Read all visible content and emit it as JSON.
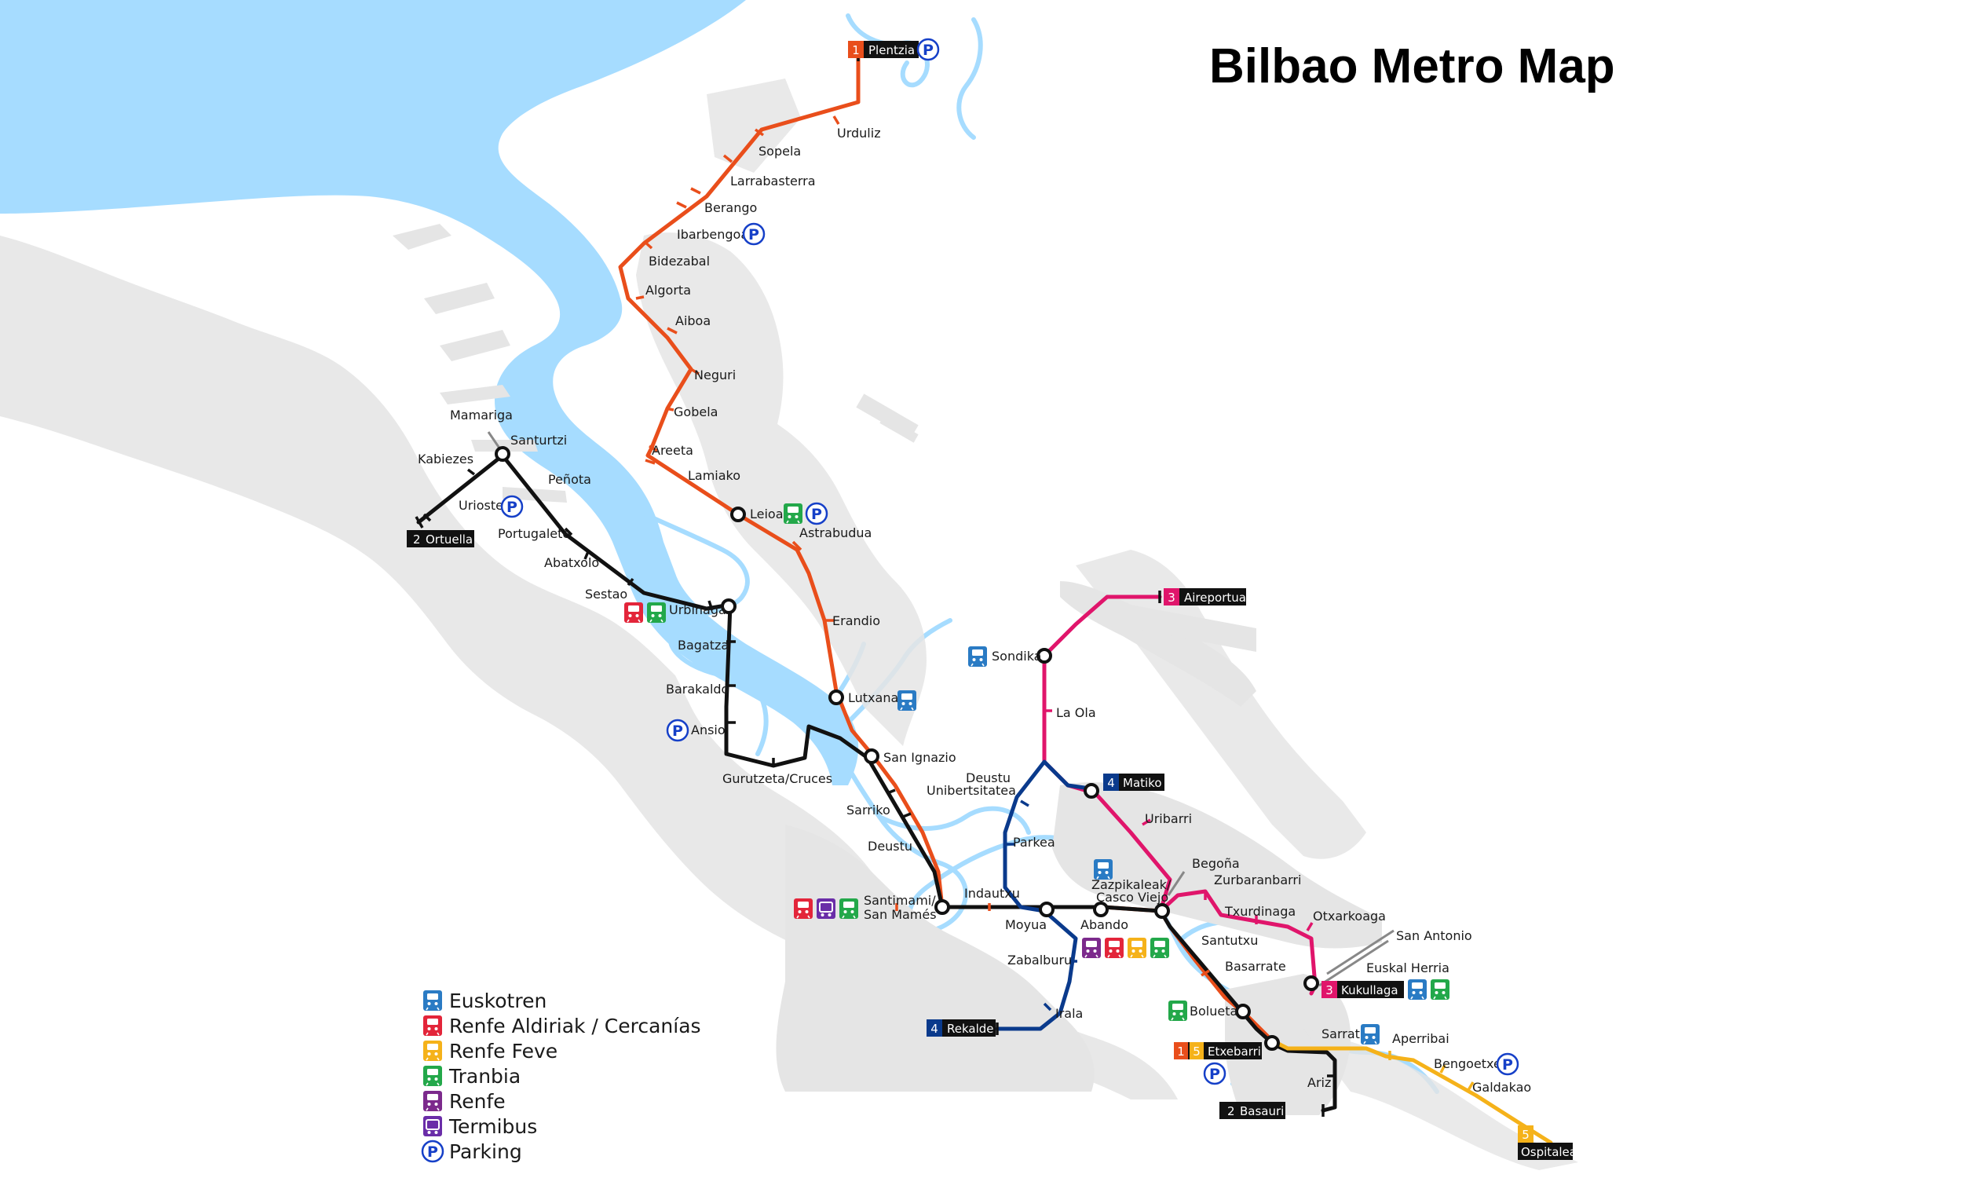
{
  "title": "Bilbao Metro Map",
  "colors": {
    "water": "#a6dcff",
    "land": "#e5e5e5",
    "line1": "#e94e1b",
    "line2": "#111111",
    "line3": "#e0156b",
    "line4": "#0a3a8c",
    "line5": "#f5b21a",
    "euskotren": "#2a7bc4",
    "renfe_cercanias": "#e3253a",
    "renfe_feve": "#f5b21a",
    "tranbia": "#23a84a",
    "renfe": "#7c2a8c",
    "termibus": "#6a2da8",
    "parking": "#1640c8"
  },
  "terminals": {
    "plentzia": {
      "num": "1",
      "name": "Plentzia"
    },
    "ortuella": {
      "num": "2",
      "name": "Ortuella"
    },
    "aireportua": {
      "num": "3",
      "name": "Aireportua"
    },
    "matiko": {
      "num": "4",
      "name": "Matiko"
    },
    "rekalde": {
      "num": "4",
      "name": "Rekalde"
    },
    "kukullaga": {
      "num": "3",
      "name": "Kukullaga"
    },
    "etxebarri": {
      "num1": "1",
      "num2": "5",
      "name": "Etxebarri"
    },
    "basauri": {
      "num": "2",
      "name": "Basauri"
    },
    "ospitalea": {
      "num": "5",
      "name": "Ospitalea"
    }
  },
  "stations": {
    "urduliz": "Urduliz",
    "sopela": "Sopela",
    "larrabasterra": "Larrabasterra",
    "berango": "Berango",
    "ibarbengoa": "Ibarbengoa",
    "bidezabal": "Bidezabal",
    "algorta": "Algorta",
    "aiboa": "Aiboa",
    "neguri": "Neguri",
    "gobela": "Gobela",
    "areeta": "Areeta",
    "lamiako": "Lamiako",
    "leioa": "Leioa",
    "astrabudua": "Astrabudua",
    "erandio": "Erandio",
    "lutxana": "Lutxana",
    "san_ignazio": "San Ignazio",
    "sarriko": "Sarriko",
    "deustu": "Deustu",
    "santimami_1": "Santimami/",
    "santimami_2": "San Mamés",
    "indautxu": "Indautxu",
    "moyua": "Moyua",
    "abando": "Abando",
    "casco_1": "Zazpikaleak/",
    "casco_2": "Casco Viejo",
    "santutxu": "Santutxu",
    "basarrate": "Basarrate",
    "bolueta": "Bolueta",
    "mamariga": "Mamariga",
    "santurtzi": "Santurtzi",
    "kabiezes": "Kabiezes",
    "penota": "Peñota",
    "urioste": "Urioste",
    "portugalete": "Portugalete",
    "abatxolo": "Abatxolo",
    "sestao": "Sestao",
    "urbinaga": "Urbinaga",
    "bagatza": "Bagatza",
    "barakaldo": "Barakaldo",
    "ansio": "Ansio",
    "gurutzeta": "Gurutzeta/Cruces",
    "ariz": "Ariz",
    "sondika": "Sondika",
    "la_ola": "La Ola",
    "uribarri": "Uribarri",
    "begona": "Begoña",
    "zurbaranbarri": "Zurbaranbarri",
    "txurdinaga": "Txurdinaga",
    "otxarkoaga": "Otxarkoaga",
    "san_antonio": "San Antonio",
    "euskal_herria": "Euskal Herria",
    "deustu_uni_1": "Deustu",
    "deustu_uni_2": "Unibertsitatea",
    "parkea": "Parkea",
    "zabalburu": "Zabalburu",
    "irala": "Irala",
    "sarratu": "Sarratu",
    "aperribai": "Aperribai",
    "bengoetxe": "Bengoetxe",
    "galdakao": "Galdakao"
  },
  "icons": {
    "parking": "P",
    "euskotren": "euskotren-icon",
    "renfe_cercanias": "renfe-cercanias-icon",
    "renfe_feve": "renfe-feve-icon",
    "tranbia": "tranbia-icon",
    "renfe": "renfe-icon",
    "termibus": "termibus-icon"
  },
  "legend": [
    {
      "label": "Euskotren",
      "icon": "euskotren-icon",
      "color": "#2a7bc4"
    },
    {
      "label": "Renfe Aldiriak / Cercanías",
      "icon": "renfe-cercanias-icon",
      "color": "#e3253a"
    },
    {
      "label": "Renfe Feve",
      "icon": "renfe-feve-icon",
      "color": "#f5b21a"
    },
    {
      "label": "Tranbia",
      "icon": "tranbia-icon",
      "color": "#23a84a"
    },
    {
      "label": "Renfe",
      "icon": "renfe-icon",
      "color": "#7c2a8c"
    },
    {
      "label": "Termibus",
      "icon": "termibus-icon",
      "color": "#6a2da8"
    },
    {
      "label": "Parking",
      "icon": "parking-icon",
      "color": "#1640c8"
    }
  ]
}
